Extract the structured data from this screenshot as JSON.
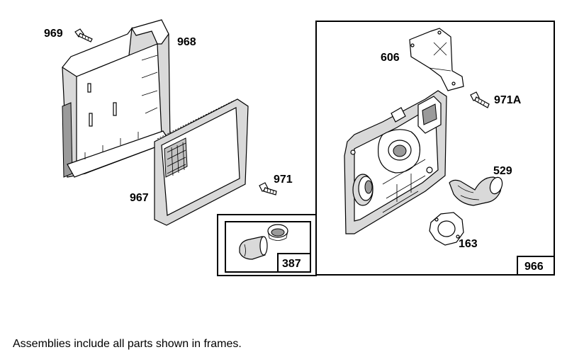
{
  "callouts": {
    "p969": "969",
    "p968": "968",
    "p967": "967",
    "p971": "971",
    "p606": "606",
    "p971a": "971A",
    "p529": "529",
    "p163": "163"
  },
  "frames": {
    "clamp_kit_number": "387",
    "assembly_number": "966"
  },
  "footnote": "Assemblies include all parts shown in frames."
}
